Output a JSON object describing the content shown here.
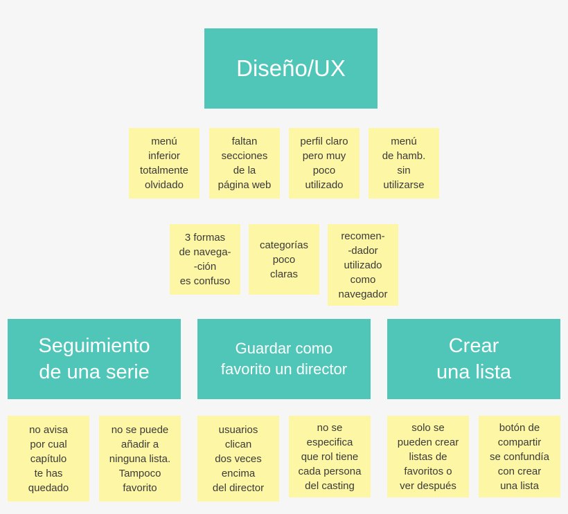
{
  "main": {
    "title": "Diseño/UX"
  },
  "top_notes": [
    "menú\ninferior\ntotalmente\nolvidado",
    "faltan\nsecciones\nde la\npágina web",
    "perfil claro\npero muy\npoco\nutilizado",
    "menú\nde hamb.\nsin\nutilizarse"
  ],
  "mid_notes": [
    "3 formas\nde navega-\n-ción\nes confuso",
    "categorías\npoco\nclaras",
    "recomen-\n-dador\nutilizado\ncomo\nnavegador"
  ],
  "categories": [
    {
      "title": "Seguimiento\nde una serie",
      "notes": [
        "no avisa\npor cual\ncapítulo\nte has\nquedado",
        "no se puede\nañadir a\nninguna lista.\nTampoco\nfavorito"
      ]
    },
    {
      "title": "Guardar como\nfavorito un director",
      "notes": [
        "usuarios\nclican\ndos veces\nencima\ndel director",
        "no se\nespecifica\nque rol tiene\ncada persona\ndel casting"
      ]
    },
    {
      "title": "Crear\nuna lista",
      "notes": [
        "solo se\npueden crear\nlistas de\nfavoritos o\nver después",
        "botón de\ncompartir\nse confundía\ncon crear\nuna lista"
      ]
    }
  ]
}
